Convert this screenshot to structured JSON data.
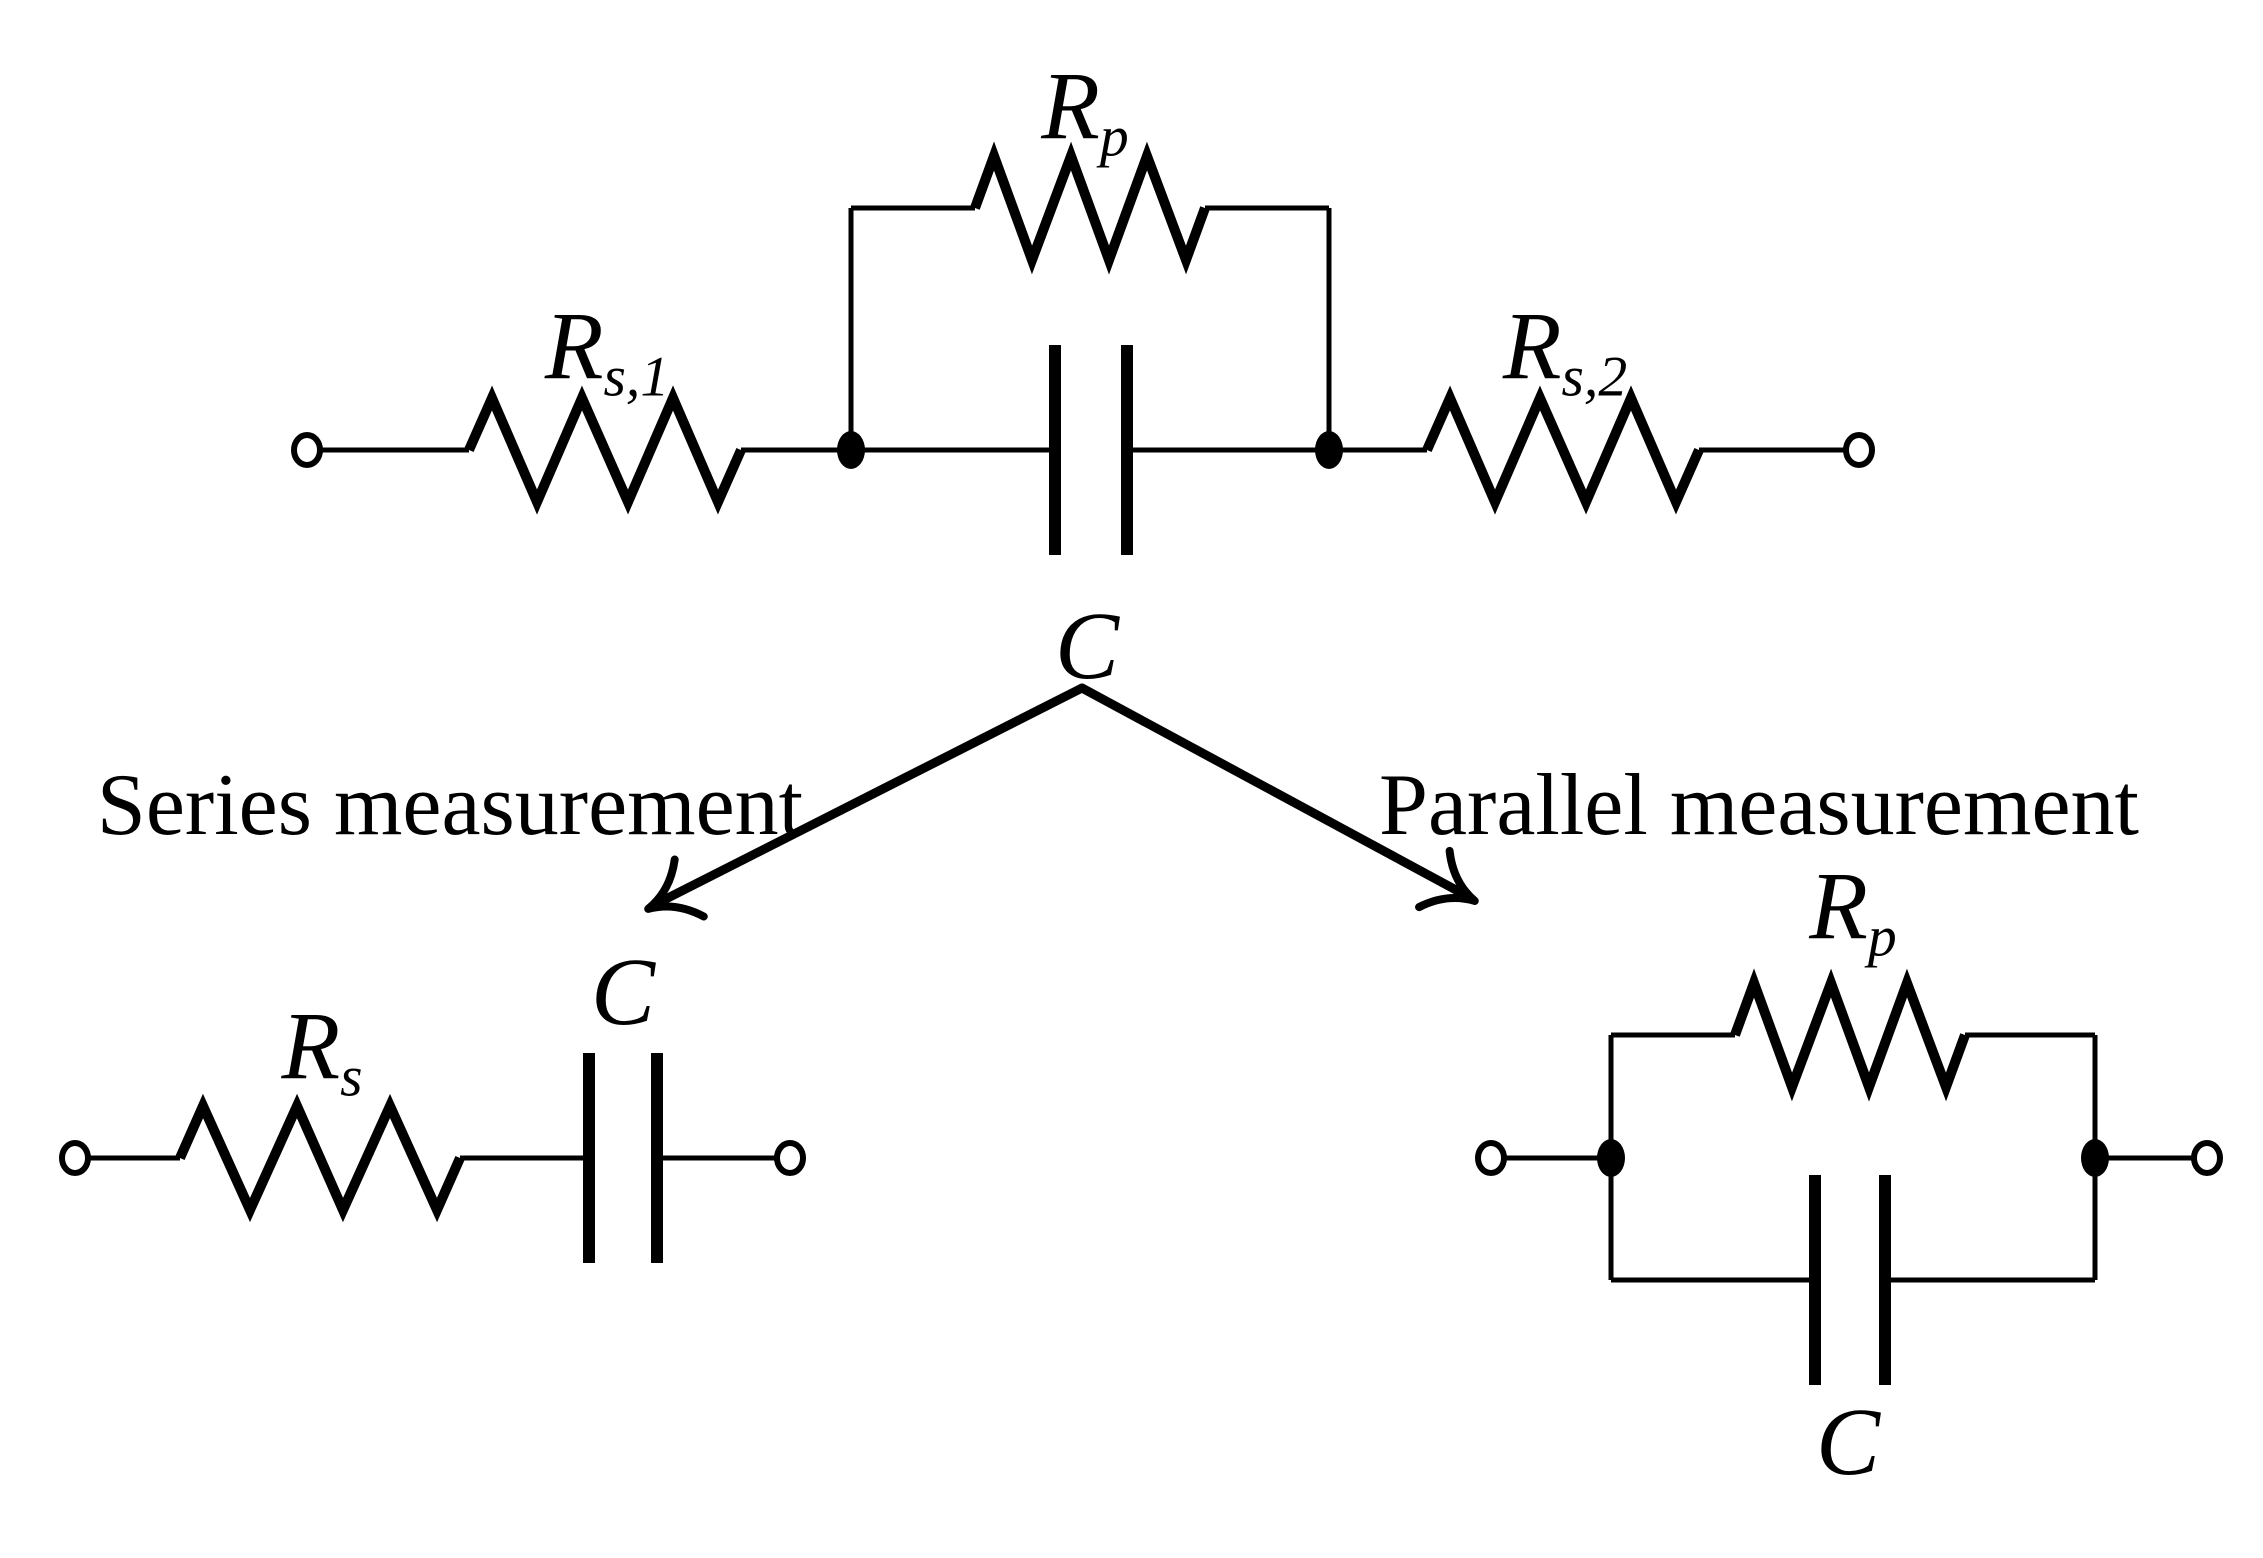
{
  "colors": {
    "ink": "#000000",
    "paper": "#ffffff"
  },
  "equivalent_circuit": {
    "rs1": {
      "symbol": "R",
      "subscript": "s,1"
    },
    "rp": {
      "symbol": "R",
      "subscript": "p"
    },
    "rs2": {
      "symbol": "R",
      "subscript": "s,2"
    },
    "capacitor": {
      "symbol": "C"
    }
  },
  "decision": {
    "series_label": "Series measurement",
    "parallel_label": "Parallel measurement"
  },
  "series_model": {
    "rs": {
      "symbol": "R",
      "subscript": "s"
    },
    "capacitor": {
      "symbol": "C"
    }
  },
  "parallel_model": {
    "rp": {
      "symbol": "R",
      "subscript": "p"
    },
    "capacitor": {
      "symbol": "C"
    }
  }
}
